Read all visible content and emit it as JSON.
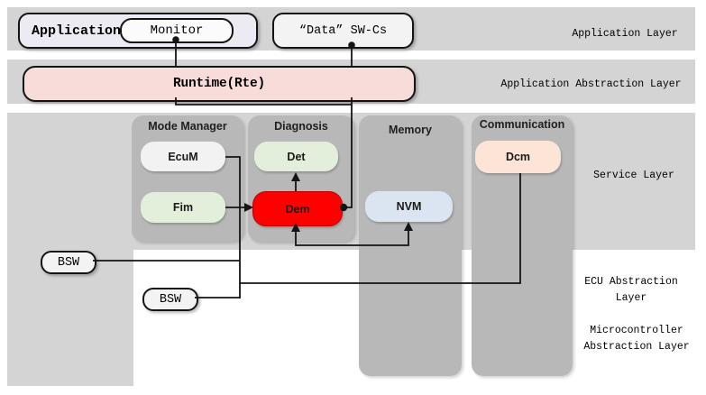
{
  "title_boxes": {
    "application": "Application",
    "monitor": "Monitor",
    "data_swcs": "“Data”  SW-Cs",
    "runtime": "Runtime(Rte)"
  },
  "layer_labels": {
    "application": "Application Layer",
    "application_abstraction": "Application Abstraction Layer",
    "service": "Service Layer",
    "ecu_abstraction": [
      "ECU Abstraction",
      "Layer"
    ],
    "microcontroller_abstraction": [
      "Microcontroller",
      "Abstraction Layer"
    ]
  },
  "columns": [
    {
      "title": "Mode Manager",
      "blocks": [
        {
          "label": "EcuM",
          "bg": "#f2f2f2"
        },
        {
          "label": "Fim",
          "bg": "#e3efda"
        }
      ]
    },
    {
      "title": "Diagnosis",
      "blocks": [
        {
          "label": "Det",
          "bg": "#e3efda"
        },
        {
          "label": "Dem",
          "bg": "#fe0000"
        }
      ]
    },
    {
      "title": "Memory",
      "blocks": [
        {
          "label": "NVM",
          "bg": "#dbe5f2"
        }
      ]
    },
    {
      "title": "Communication",
      "blocks": [
        {
          "label": "Dcm",
          "bg": "#fce5d6"
        }
      ]
    }
  ],
  "bsw_labels": [
    "BSW",
    "BSW"
  ],
  "colors": {
    "layer_band": "#d4d4d4",
    "module_column": "#b8b8b8",
    "runtime_fill": "#f7dcd9",
    "application_fill": "#eceaf3",
    "monitor_fill": "#fbfbfb",
    "data_swcs_fill": "#f3f3f3",
    "bsw_fill": "#f3f3f3",
    "dem_red": "#fe0000",
    "connector": "#141414"
  }
}
